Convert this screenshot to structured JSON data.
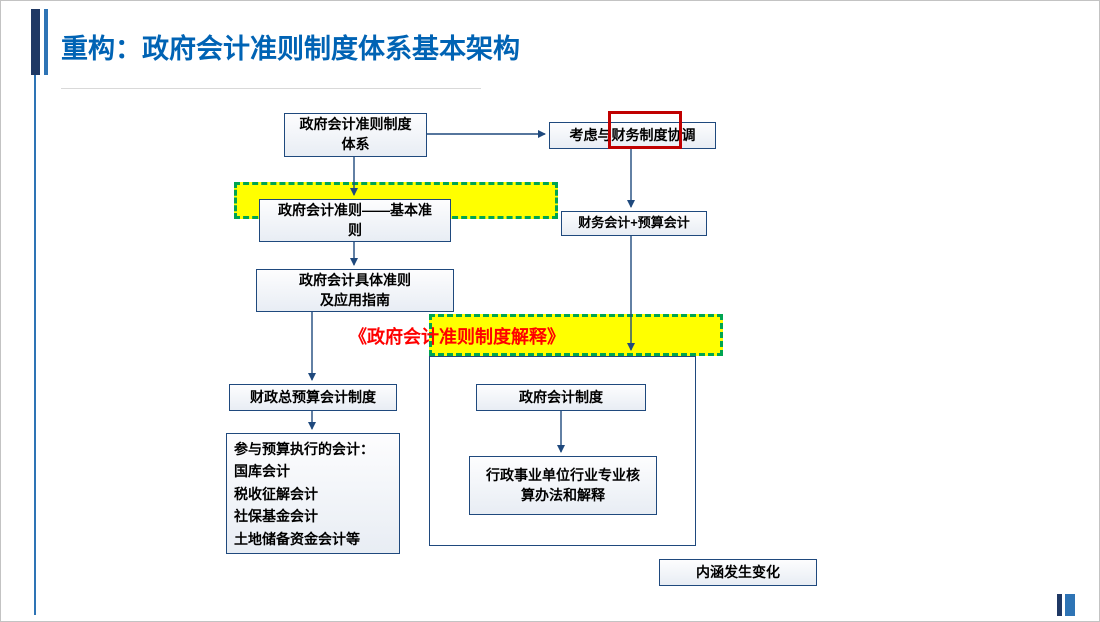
{
  "slide": {
    "title": "重构：政府会计准则制度体系基本架构"
  },
  "colors": {
    "title_blue": "#0063B4",
    "box_border_navy": "#1F497D",
    "connector_navy": "#1F497D",
    "highlight_yellow": "#FFFF00",
    "highlight_green_border": "#00A550",
    "emphasis_red_box": "#C00000",
    "interpretation_red_text": "#FF0000"
  },
  "diagram": {
    "nodes": {
      "system": {
        "label": "政府会计准则制度\n体系"
      },
      "coordination": {
        "label": "考虑与财务制度协调"
      },
      "basic_standards": {
        "label": "政府会计准则——基本准\n则"
      },
      "financial_plus_budget": {
        "label": "财务会计+预算会计"
      },
      "specific_standards": {
        "label": "政府会计具体准则\n及应用指南"
      },
      "interpretation": {
        "label": "《政府会计准则制度解释》"
      },
      "treasury_budget_system": {
        "label": "财政总预算会计制度"
      },
      "government_accounting_system": {
        "label": "政府会计制度"
      },
      "budget_execution_accounting": {
        "label": "参与预算执行的会计：\n国库会计\n税收征解会计\n社保基金会计\n土地储备资金会计等"
      },
      "industry_methods": {
        "label": "行政事业单位行业专业核\n算办法和解释"
      },
      "connotation_change": {
        "label": "内涵发生变化"
      }
    }
  }
}
